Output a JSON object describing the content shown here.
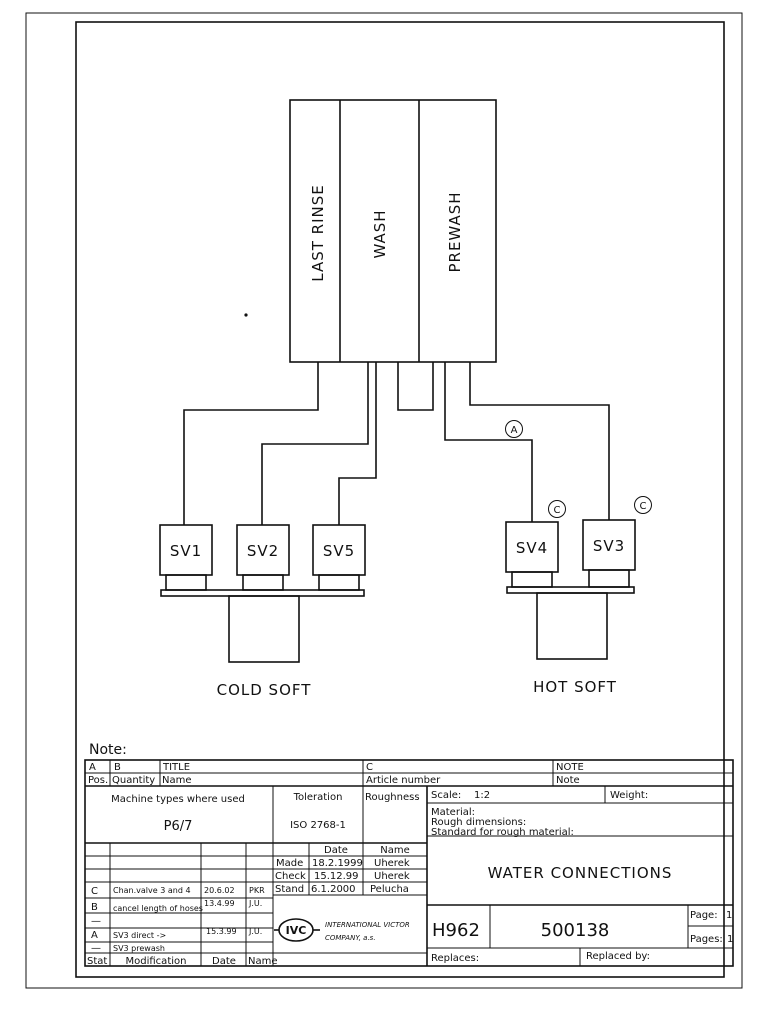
{
  "diagram": {
    "tanks": [
      "LAST RINSE",
      "WASH",
      "PREWASH"
    ],
    "valves": [
      "SV1",
      "SV2",
      "SV5",
      "SV4",
      "SV3"
    ],
    "markers": {
      "a": "A",
      "c1": "C",
      "c2": "C"
    },
    "groups": {
      "cold": "COLD SOFT",
      "hot": "HOT SOFT"
    }
  },
  "title_block": {
    "note_label": "Note:",
    "col_a": "A",
    "col_b": "B",
    "title_label": "TITLE",
    "col_c": "C",
    "note_hdr": "NOTE",
    "pos_label": "Pos.",
    "quantity_label": "Quantity",
    "name_label": "Name",
    "article_label": "Article number",
    "note_label2": "Note",
    "machine_types_label": "Machine types where used",
    "machine_types_value": "P6/7",
    "toleration_label": "Toleration",
    "toleration_value": "ISO 2768-1",
    "roughness_label": "Roughness",
    "scale_label": "Scale:",
    "scale_value": "1:2",
    "weight_label": "Weight:",
    "material_label": "Material:",
    "rough_dim_label": "Rough dimensions:",
    "standard_label": "Standard for rough material:",
    "date_hdr": "Date",
    "name_hdr": "Name",
    "made_label": "Made",
    "made_date": "18.2.1999",
    "made_name": "Uherek",
    "check_label": "Check",
    "check_date": "15.12.99",
    "check_name": "Uherek",
    "stand_label": "Stand",
    "stand_date": "6.1.2000",
    "stand_name": "Pelucha",
    "drawing_title": "WATER CONNECTIONS",
    "mods": [
      {
        "stat": "C",
        "text": "Chan.valve 3 and 4",
        "date": "20.6.02",
        "name": "PKR"
      },
      {
        "stat": "B",
        "text": "cancel length of hoses",
        "date": "13.4.99",
        "name": "J.U."
      },
      {
        "stat": "—",
        "text": "",
        "date": "",
        "name": ""
      },
      {
        "stat": "A",
        "text": "SV3 direct ->",
        "date": "15.3.99",
        "name": "J.U."
      },
      {
        "stat": "—",
        "text": "SV3 prewash",
        "date": "",
        "name": ""
      }
    ],
    "stat_hdr": "Stat",
    "mod_hdr": "Modification",
    "mod_date_hdr": "Date",
    "mod_name_hdr": "Name",
    "logo_text": "IVC",
    "company_line1": "INTERNATIONAL VICTOR",
    "company_line2": "COMPANY, a.s.",
    "code": "H962",
    "drawing_number": "500138",
    "page_label": "Page:",
    "page_value": "1",
    "pages_label": "Pages:",
    "pages_value": "1",
    "replaces_label": "Replaces:",
    "replaced_by_label": "Replaced by:"
  }
}
